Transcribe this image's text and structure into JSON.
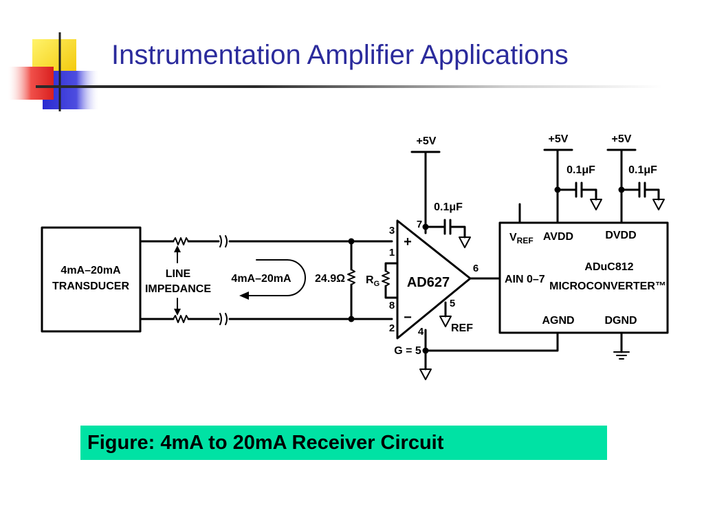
{
  "slide": {
    "title": "Instrumentation Amplifier Applications",
    "caption": "Figure: 4mA to 20mA Receiver Circuit"
  },
  "colors": {
    "title": "#2b2b9c",
    "caption_bg": "#00e2a4",
    "logo_yellow": "#f9d61a",
    "logo_red": "#f0504a",
    "logo_blue": "#3b3bd6"
  },
  "circuit": {
    "transducer": {
      "line1": "4mA–20mA",
      "line2": "TRANSDUCER"
    },
    "line_impedance": {
      "line1": "LINE",
      "line2": "IMPEDANCE"
    },
    "loop_current": "4mA–20mA",
    "sense_resistor": "24.9Ω",
    "gain_resistor": {
      "main": "R",
      "sub": "G"
    },
    "amp": {
      "name": "AD627",
      "plus": "+",
      "minus": "−",
      "pin_3": "3",
      "pin_1": "1",
      "pin_8": "8",
      "pin_2": "2",
      "pin_7": "7",
      "pin_6": "6",
      "pin_5": "5",
      "pin_4": "4",
      "ref": "REF",
      "gain": "G = 5"
    },
    "supply_amp": "+5V",
    "supply_avdd": "+5V",
    "supply_dvdd": "+5V",
    "cap_amp": "0.1μF",
    "cap_avdd": "0.1μF",
    "cap_dvdd": "0.1μF",
    "adc": {
      "vref_main": "V",
      "vref_sub": "REF",
      "avdd": "AVDD",
      "dvdd": "DVDD",
      "ain": "AIN 0–7",
      "name": "ADuC812",
      "sub": "MICROCONVERTER™",
      "agnd": "AGND",
      "dgnd": "DGND"
    }
  }
}
